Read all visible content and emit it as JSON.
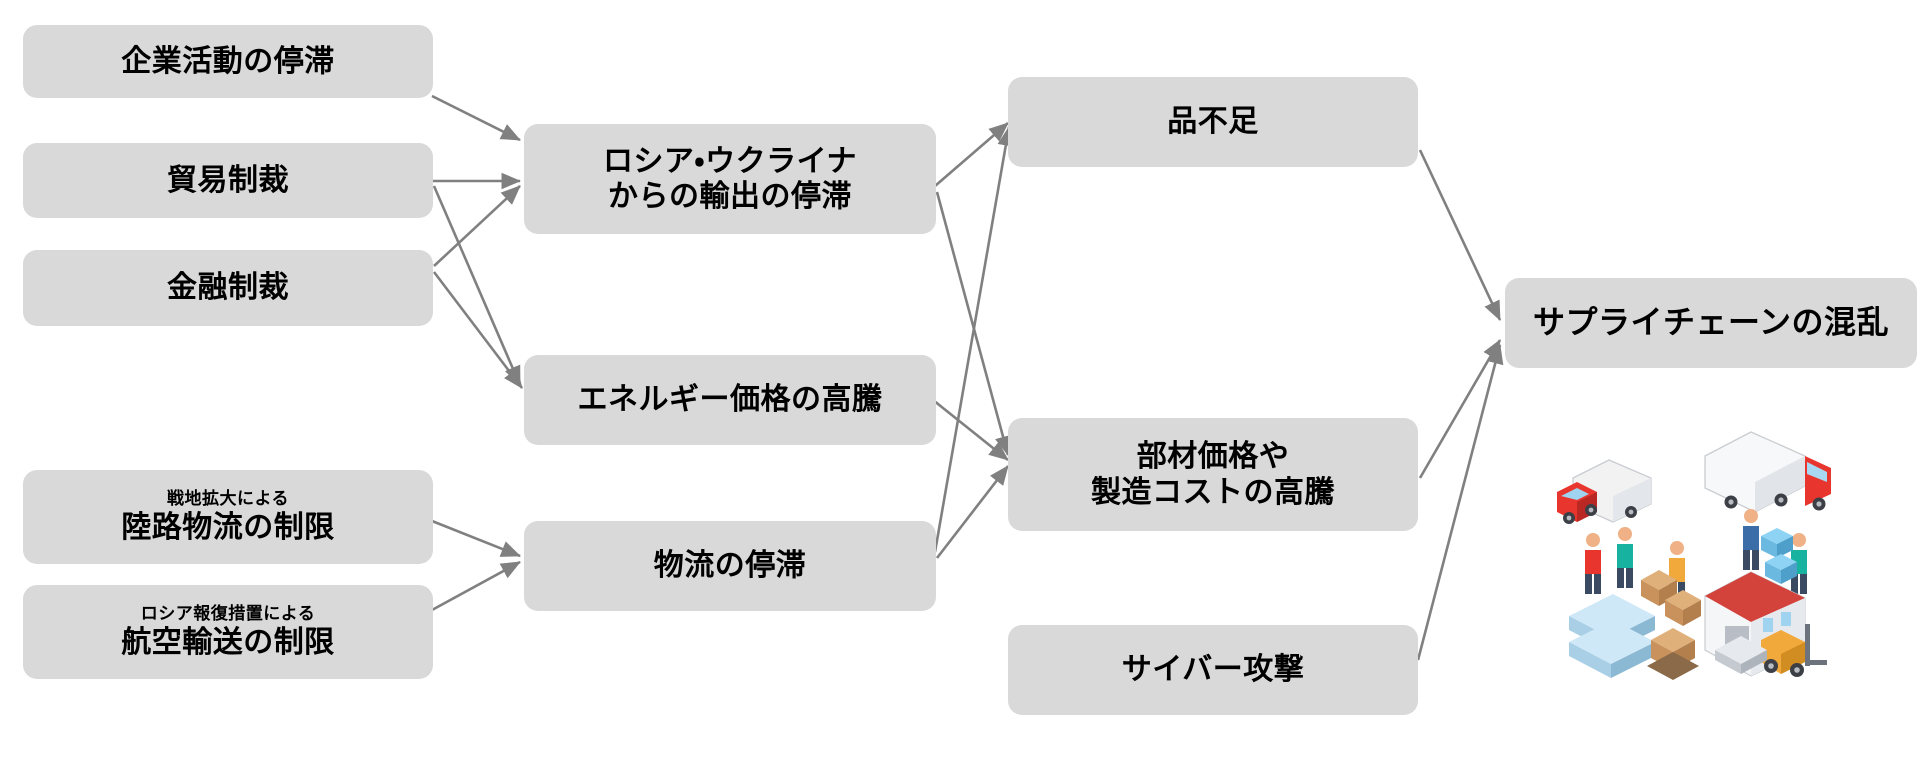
{
  "diagram": {
    "title": "サプライチェーンの混乱",
    "box_color": "#d9d9d9",
    "edge_color": "#808080",
    "text_color": "#000000",
    "background": "#ffffff"
  },
  "nodes": {
    "corporate_stagnation": {
      "main": "企業活動の停滞"
    },
    "trade_sanctions": {
      "main": "貿易制裁"
    },
    "financial_sanctions": {
      "main": "金融制裁"
    },
    "land_logistics_limit": {
      "sub": "戦地拡大による",
      "main": "陸路物流の制限"
    },
    "air_transport_limit": {
      "sub": "ロシア報復措置による",
      "main": "航空輸送の制限"
    },
    "export_stagnation": {
      "main_line1": "ロシア・ウクライナ",
      "main_line2": "からの輸出の停滞"
    },
    "energy_price_surge": {
      "main": "エネルギー価格の高騰"
    },
    "logistics_stagnation": {
      "main": "物流の停滞"
    },
    "goods_shortage": {
      "main": "品不足"
    },
    "material_cost_surge": {
      "main_line1": "部材価格や",
      "main_line2": "製造コストの高騰"
    },
    "cyber_attack": {
      "main": "サイバー攻撃"
    },
    "supply_chain_disruption": {
      "main": "サプライチェーンの混乱"
    }
  },
  "illustration": {
    "name": "logistics-warehouse-illustration",
    "alt": "倉庫・トラック・フォークリフトのイラスト"
  }
}
